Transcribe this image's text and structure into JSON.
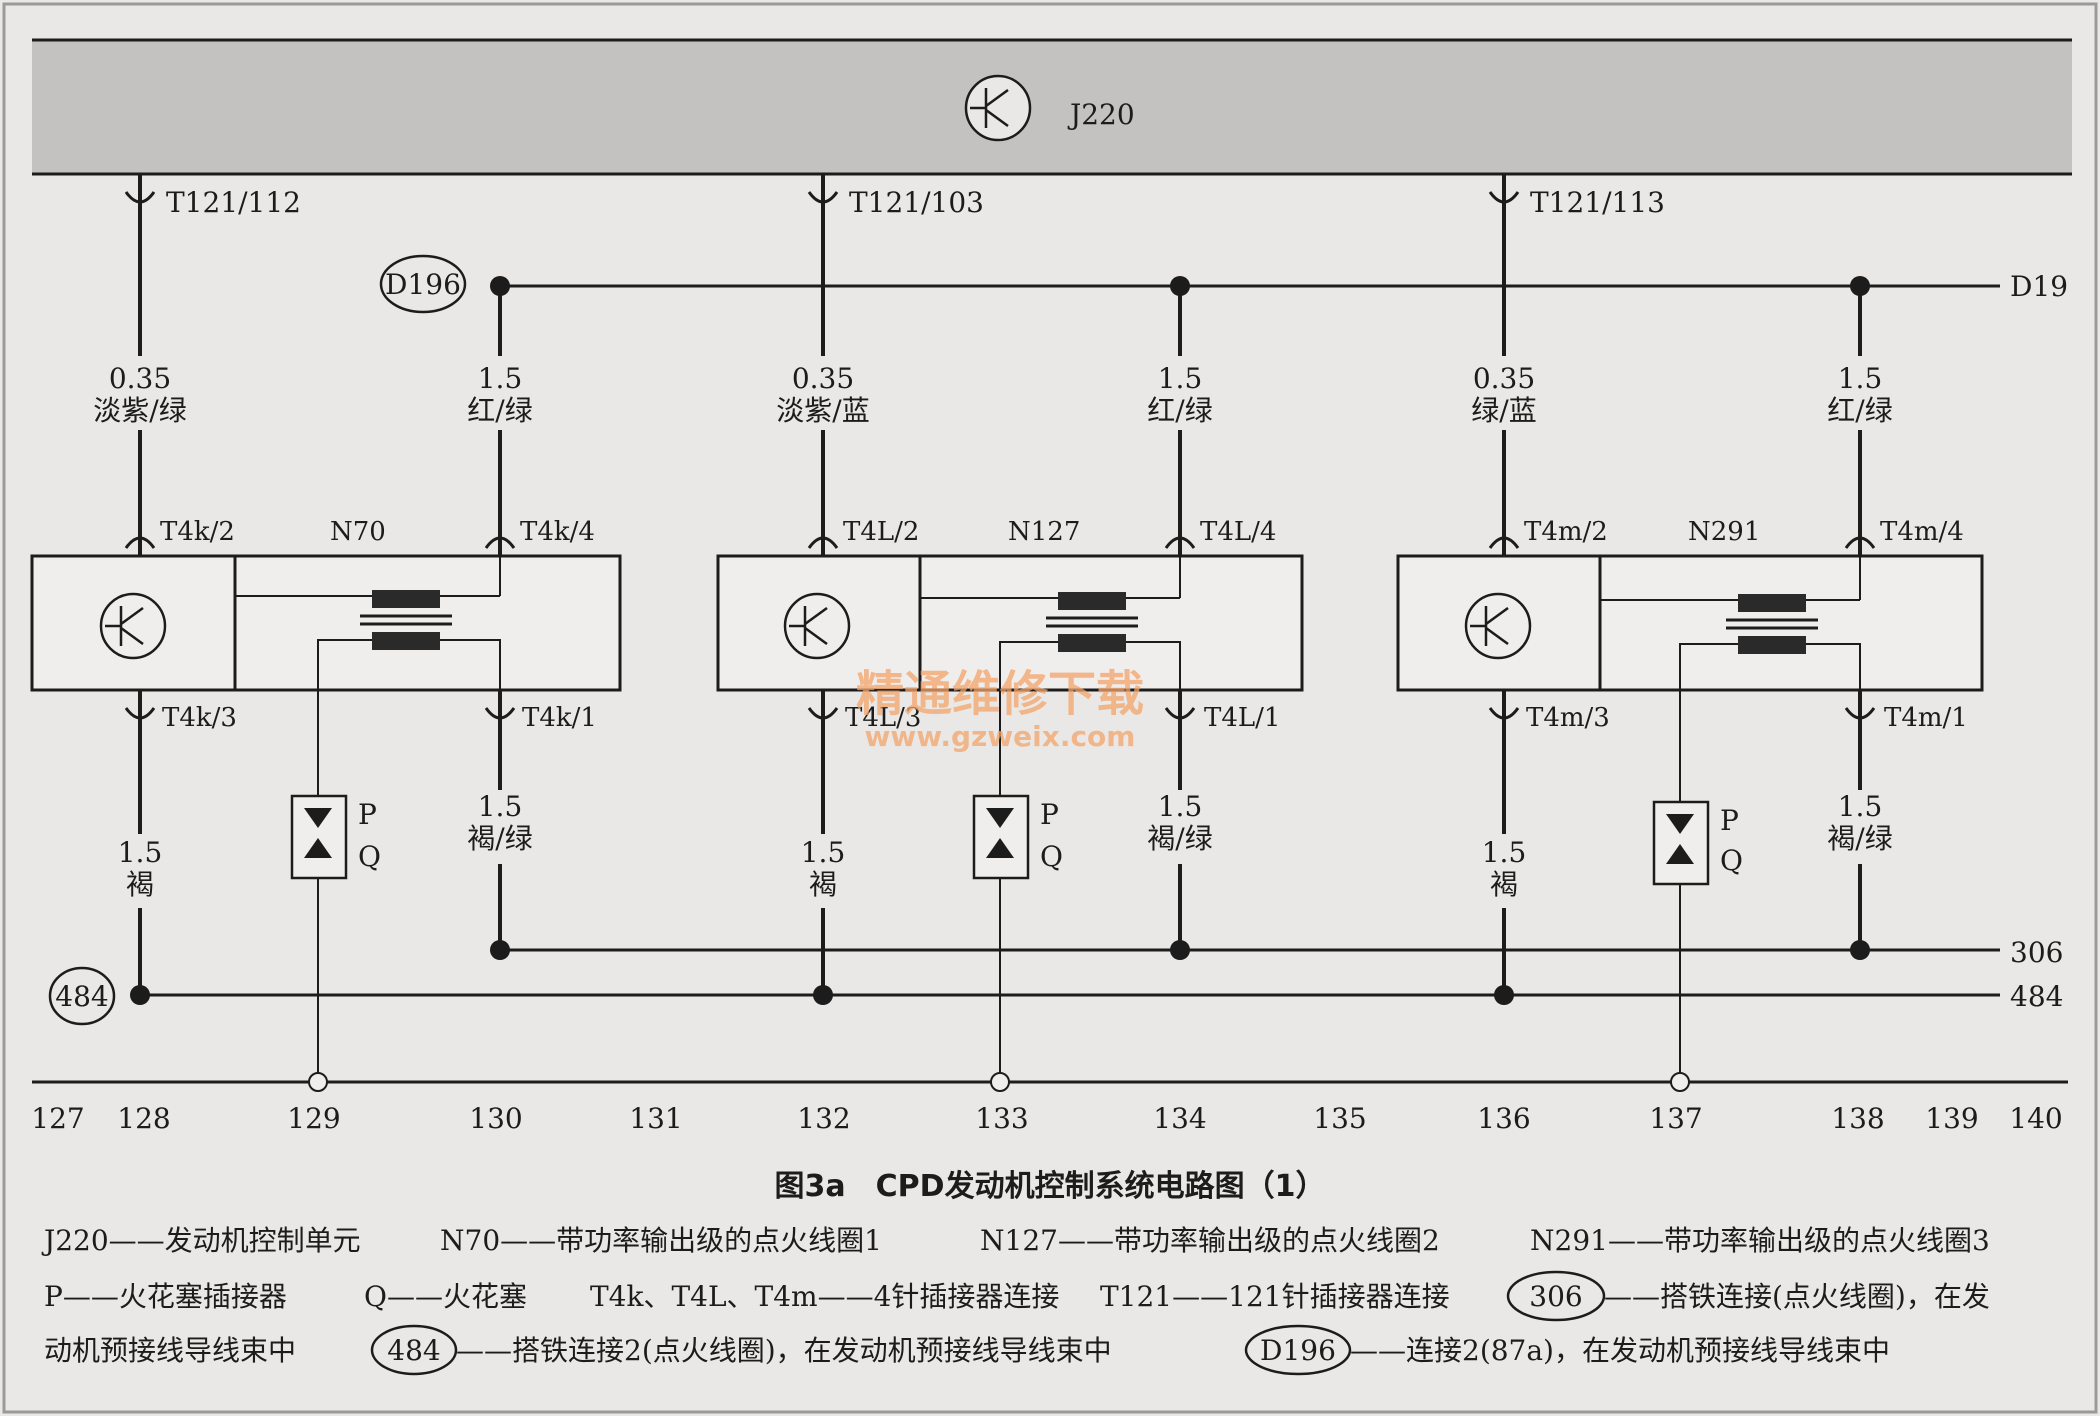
{
  "control_unit": {
    "label": "J220"
  },
  "pins_top": [
    "T121/112",
    "T121/103",
    "T121/113"
  ],
  "connection_labels": {
    "d196": "D196",
    "d19": "D19",
    "ground_306": "306",
    "ground_484": "484"
  },
  "coils": [
    {
      "name": "N70",
      "top_pins": [
        "T4k/2",
        "T4k/4"
      ],
      "bottom_pins": [
        "T4k/3",
        "T4k/1"
      ],
      "wire_signal": {
        "size": "0.35",
        "color": "淡紫/绿"
      },
      "wire_power": {
        "size": "1.5",
        "color": "红/绿"
      },
      "wire_ground_left": {
        "size": "1.5",
        "color": "褐"
      },
      "wire_ground_right": {
        "size": "1.5",
        "color": "褐/绿"
      }
    },
    {
      "name": "N127",
      "top_pins": [
        "T4L/2",
        "T4L/4"
      ],
      "bottom_pins": [
        "T4L/3",
        "T4L/1"
      ],
      "wire_signal": {
        "size": "0.35",
        "color": "淡紫/蓝"
      },
      "wire_power": {
        "size": "1.5",
        "color": "红/绿"
      },
      "wire_ground_left": {
        "size": "1.5",
        "color": "褐"
      },
      "wire_ground_right": {
        "size": "1.5",
        "color": "褐/绿"
      }
    },
    {
      "name": "N291",
      "top_pins": [
        "T4m/2",
        "T4m/4"
      ],
      "bottom_pins": [
        "T4m/3",
        "T4m/1"
      ],
      "wire_signal": {
        "size": "0.35",
        "color": "绿/蓝"
      },
      "wire_power": {
        "size": "1.5",
        "color": "红/绿"
      },
      "wire_ground_left": {
        "size": "1.5",
        "color": "褐"
      },
      "wire_ground_right": {
        "size": "1.5",
        "color": "褐/绿"
      }
    }
  ],
  "plug_labels": {
    "p": "P",
    "q": "Q"
  },
  "scale": [
    "127",
    "128",
    "129",
    "130",
    "131",
    "132",
    "133",
    "134",
    "135",
    "136",
    "137",
    "138",
    "139",
    "140"
  ],
  "watermark": {
    "line1": "精通维修下载",
    "line2": "www.gzweix.com"
  },
  "caption": "图3a　CPD发动机控制系统电路图（1）",
  "legend": {
    "line1": [
      {
        "code": "J220",
        "text": "——发动机控制单元"
      },
      {
        "code": "N70",
        "text": "——带功率输出级的点火线圈1"
      },
      {
        "code": "N127",
        "text": "——带功率输出级的点火线圈2"
      },
      {
        "code": "N291",
        "text": "——带功率输出级的点火线圈3"
      }
    ],
    "line2": [
      {
        "code": "P",
        "text": "——火花塞插接器"
      },
      {
        "code": "Q",
        "text": "——火花塞"
      },
      {
        "code": "T4k、T4L、T4m",
        "text": "——4针插接器连接"
      },
      {
        "code": "T121",
        "text": "——121针插接器连接"
      },
      {
        "code": "306",
        "text": "——搭铁连接(点火线圈)，在发"
      }
    ],
    "line3": [
      {
        "text": "动机预接线导线束中"
      },
      {
        "code": "484",
        "text": "——搭铁连接2(点火线圈)，在发动机预接线导线束中"
      },
      {
        "code": "D196",
        "text": "——连接2(87a)，在发动机预接线导线束中"
      }
    ]
  },
  "colors": {
    "control_unit_fill": "#c3c2c0",
    "line": "#1c1c1c",
    "watermark": "#f3a46a"
  }
}
